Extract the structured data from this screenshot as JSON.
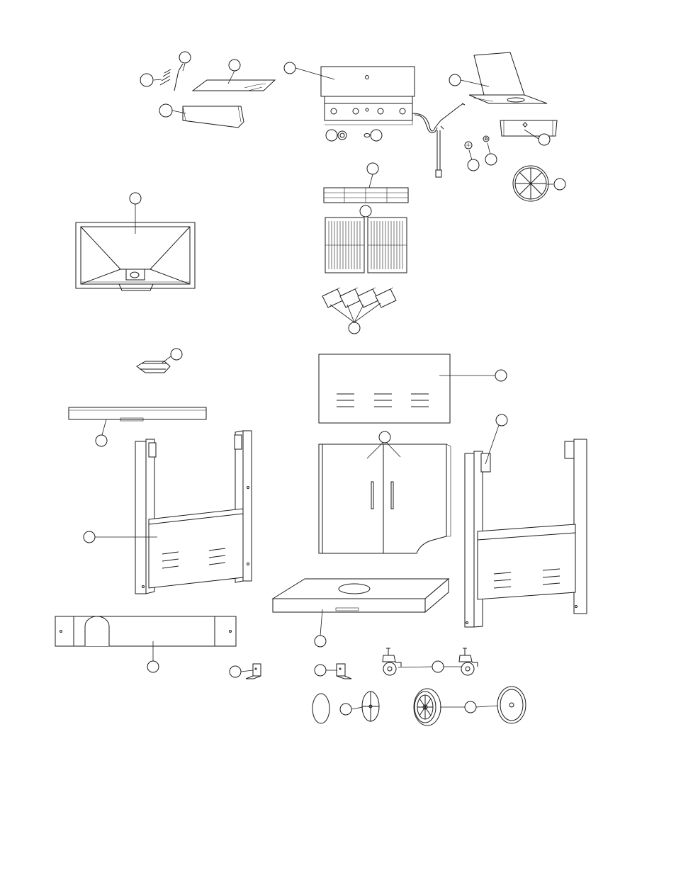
{
  "diagram": {
    "type": "exploded-parts-view",
    "parts": [
      "tool-hooks",
      "warming-rack",
      "main-lid",
      "side-burner-lid",
      "heat-shield",
      "control-knob",
      "electrode",
      "regulator-hose",
      "side-burner-knob-a",
      "side-burner-knob-b",
      "side-burner-panel",
      "side-burner-grate",
      "warming-grate",
      "cooking-grates",
      "flame-tamers",
      "firebox",
      "grease-cup",
      "back-panel",
      "rear-crossbar",
      "left-leg-assembly",
      "doors",
      "right-leg-assembly",
      "side-shelf",
      "bottom-tray",
      "bracket-a",
      "bracket-b",
      "casters",
      "tank-plate",
      "wheels"
    ]
  }
}
